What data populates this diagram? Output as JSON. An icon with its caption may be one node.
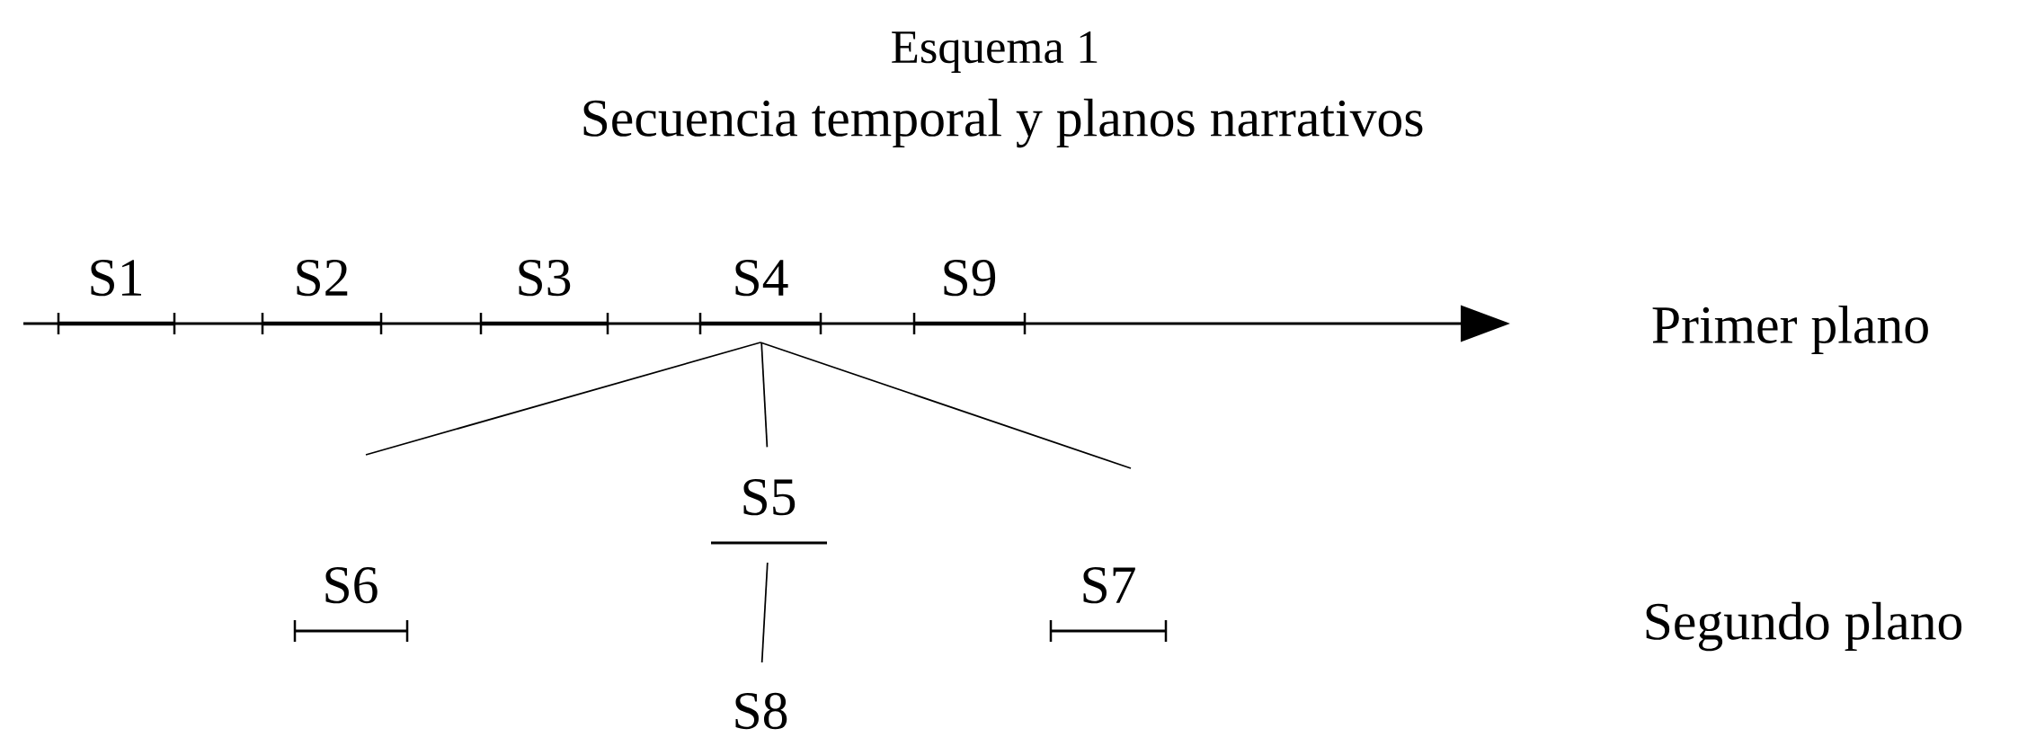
{
  "diagram": {
    "title": "Esquema 1",
    "caption": "Secuencia temporal y planos narrativos",
    "nodes": [
      {
        "text": [
          "S1"
        ]
      },
      {
        "text": [
          "S2"
        ]
      },
      {
        "text": [
          "S3"
        ]
      },
      {
        "text": [
          "S4"
        ]
      },
      {
        "text": [
          "S9"
        ]
      },
      {
        "text": [
          "S5"
        ]
      },
      {
        "text": [
          "S6"
        ]
      },
      {
        "text": [
          "S7"
        ]
      },
      {
        "text": [
          "S8"
        ]
      }
    ],
    "edges": [
      {
        "from": 3,
        "to": null,
        "arrow": "none"
      },
      {
        "from": 3,
        "to": 5,
        "arrow": "none"
      },
      {
        "from": 3,
        "to": null,
        "arrow": "none"
      },
      {
        "from": 5,
        "to": 8,
        "arrow": "none"
      }
    ],
    "labels": [
      "Primer plano",
      "Segundo plano"
    ]
  }
}
